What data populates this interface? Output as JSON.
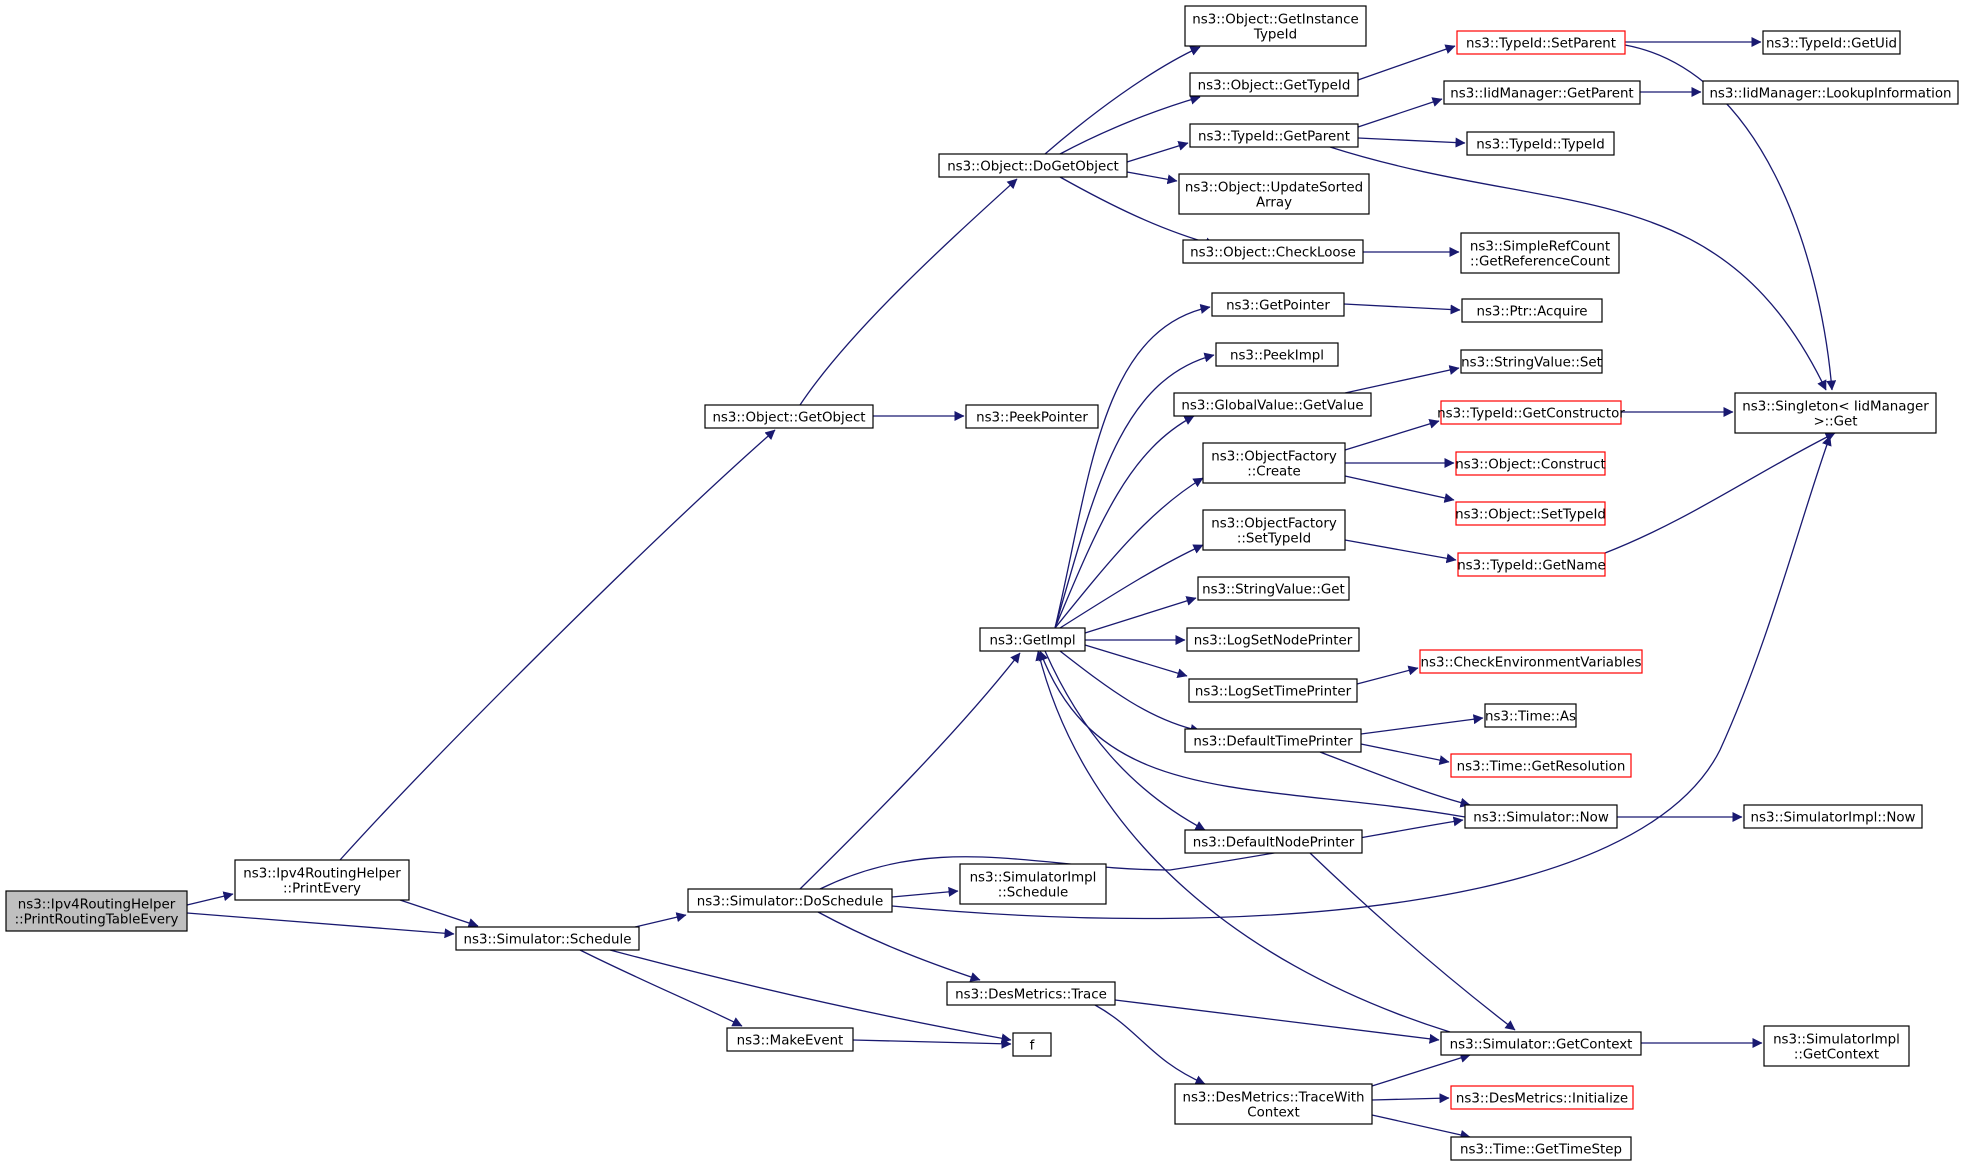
{
  "colors": {
    "edge": "#191970",
    "node_border": "#000000",
    "node_border_incomplete": "#ff0000",
    "root_fill": "#bfbfbf"
  },
  "nodes": {
    "root": {
      "lines": [
        "ns3::Ipv4RoutingHelper",
        "::PrintRoutingTableEvery"
      ]
    },
    "printEvery": {
      "lines": [
        "ns3::Ipv4RoutingHelper",
        "::PrintEvery"
      ]
    },
    "schedule": {
      "lines": [
        "ns3::Simulator::Schedule"
      ]
    },
    "getObject": {
      "lines": [
        "ns3::Object::GetObject"
      ]
    },
    "peekPointer": {
      "lines": [
        "ns3::PeekPointer"
      ]
    },
    "doGetObject": {
      "lines": [
        "ns3::Object::DoGetObject"
      ]
    },
    "getInstanceTypeId": {
      "lines": [
        "ns3::Object::GetInstance",
        "TypeId"
      ]
    },
    "objGetTypeId": {
      "lines": [
        "ns3::Object::GetTypeId"
      ]
    },
    "typeIdGetParent": {
      "lines": [
        "ns3::TypeId::GetParent"
      ]
    },
    "updateSortedArray": {
      "lines": [
        "ns3::Object::UpdateSorted",
        "Array"
      ]
    },
    "checkLoose": {
      "lines": [
        "ns3::Object::CheckLoose"
      ]
    },
    "typeIdSetParent": {
      "lines": [
        "ns3::TypeId::SetParent"
      ]
    },
    "typeIdGetUid": {
      "lines": [
        "ns3::TypeId::GetUid"
      ]
    },
    "iidGetParent": {
      "lines": [
        "ns3::IidManager::GetParent"
      ]
    },
    "iidLookup": {
      "lines": [
        "ns3::IidManager::LookupInformation"
      ]
    },
    "typeIdTypeId": {
      "lines": [
        "ns3::TypeId::TypeId"
      ]
    },
    "simpleRefCount": {
      "lines": [
        "ns3::SimpleRefCount",
        "::GetReferenceCount"
      ]
    },
    "singletonGet": {
      "lines": [
        "ns3::Singleton< IidManager",
        " >::Get"
      ]
    },
    "getPointer": {
      "lines": [
        "ns3::GetPointer"
      ]
    },
    "ptrAcquire": {
      "lines": [
        "ns3::Ptr::Acquire"
      ]
    },
    "peekImpl": {
      "lines": [
        "ns3::PeekImpl"
      ]
    },
    "globalValueGetValue": {
      "lines": [
        "ns3::GlobalValue::GetValue"
      ]
    },
    "stringValueSet": {
      "lines": [
        "ns3::StringValue::Set"
      ]
    },
    "objectFactoryCreate": {
      "lines": [
        "ns3::ObjectFactory",
        "::Create"
      ]
    },
    "typeIdGetConstructor": {
      "lines": [
        "ns3::TypeId::GetConstructor"
      ]
    },
    "objectConstruct": {
      "lines": [
        "ns3::Object::Construct"
      ]
    },
    "objectSetTypeId": {
      "lines": [
        "ns3::Object::SetTypeId"
      ]
    },
    "objectFactorySetTypeId": {
      "lines": [
        "ns3::ObjectFactory",
        "::SetTypeId"
      ]
    },
    "typeIdGetName": {
      "lines": [
        "ns3::TypeId::GetName"
      ]
    },
    "stringValueGet": {
      "lines": [
        "ns3::StringValue::Get"
      ]
    },
    "getImpl": {
      "lines": [
        "ns3::GetImpl"
      ]
    },
    "logSetNodePrinter": {
      "lines": [
        "ns3::LogSetNodePrinter"
      ]
    },
    "logSetTimePrinter": {
      "lines": [
        "ns3::LogSetTimePrinter"
      ]
    },
    "checkEnv": {
      "lines": [
        "ns3::CheckEnvironmentVariables"
      ]
    },
    "defaultTimePrinter": {
      "lines": [
        "ns3::DefaultTimePrinter"
      ]
    },
    "timeAs": {
      "lines": [
        "ns3::Time::As"
      ]
    },
    "timeGetResolution": {
      "lines": [
        "ns3::Time::GetResolution"
      ]
    },
    "simulatorNow": {
      "lines": [
        "ns3::Simulator::Now"
      ]
    },
    "simulatorImplNow": {
      "lines": [
        "ns3::SimulatorImpl::Now"
      ]
    },
    "defaultNodePrinter": {
      "lines": [
        "ns3::DefaultNodePrinter"
      ]
    },
    "doSchedule": {
      "lines": [
        "ns3::Simulator::DoSchedule"
      ]
    },
    "simulatorImplSchedule": {
      "lines": [
        "ns3::SimulatorImpl",
        "::Schedule"
      ]
    },
    "desMetricsTrace": {
      "lines": [
        "ns3::DesMetrics::Trace"
      ]
    },
    "makeEvent": {
      "lines": [
        "ns3::MakeEvent"
      ]
    },
    "f": {
      "lines": [
        "f"
      ]
    },
    "simulatorGetContext": {
      "lines": [
        "ns3::Simulator::GetContext"
      ]
    },
    "simulatorImplGetContext": {
      "lines": [
        "ns3::SimulatorImpl",
        "::GetContext"
      ]
    },
    "traceWithContext": {
      "lines": [
        "ns3::DesMetrics::TraceWith",
        "Context"
      ]
    },
    "desMetricsInitialize": {
      "lines": [
        "ns3::DesMetrics::Initialize"
      ]
    },
    "timeGetTimeStep": {
      "lines": [
        "ns3::Time::GetTimeStep"
      ]
    }
  }
}
